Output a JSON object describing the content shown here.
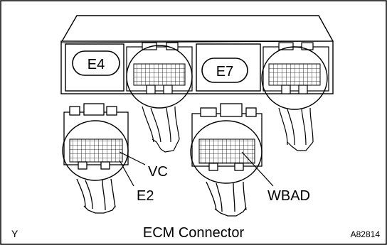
{
  "figure": {
    "title": "ECM Connector",
    "corner_left": "Y",
    "corner_right": "A82814"
  },
  "connectors": [
    {
      "id": "E4"
    },
    {
      "id": "E7"
    }
  ],
  "terminals": [
    {
      "name": "VC"
    },
    {
      "name": "E2"
    },
    {
      "name": "WBAD"
    }
  ],
  "colors": {
    "line": "#000000",
    "background": "#ffffff"
  }
}
